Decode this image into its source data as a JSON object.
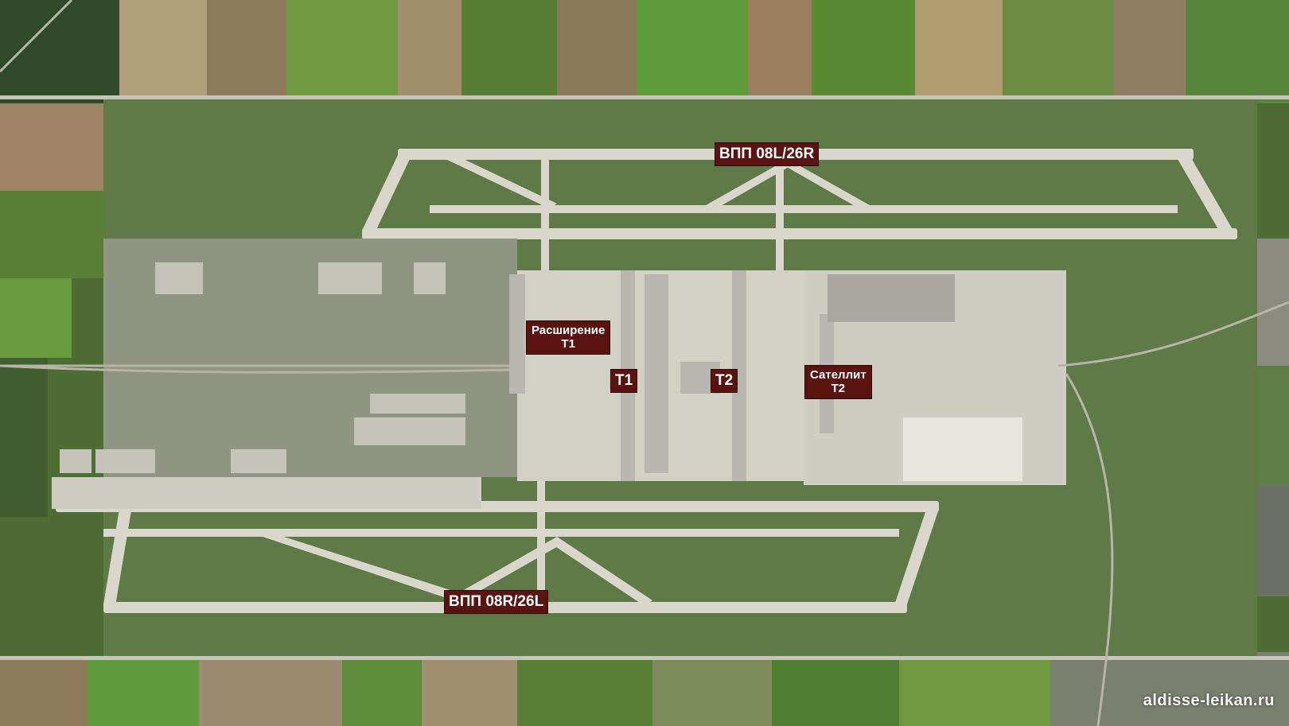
{
  "map": {
    "colors": {
      "label_bg": "#5a1410",
      "label_text": "#ffffff",
      "field_dark": "#3c5a30",
      "field_light": "#6f9a3f",
      "field_brown": "#9b8466",
      "airfield_grass": "#5f7a46",
      "pavement": "#d9d6cb",
      "buildings": "#b9b7b0"
    },
    "labels": {
      "runway_north": "ВПП 08L/26R",
      "runway_south": "ВПП 08R/26L",
      "t1_extension": "Расширение\nT1",
      "t1": "T1",
      "t2": "T2",
      "t2_satellite": "Сателлит\nT2"
    },
    "watermark": "aldisse-leikan.ru"
  }
}
